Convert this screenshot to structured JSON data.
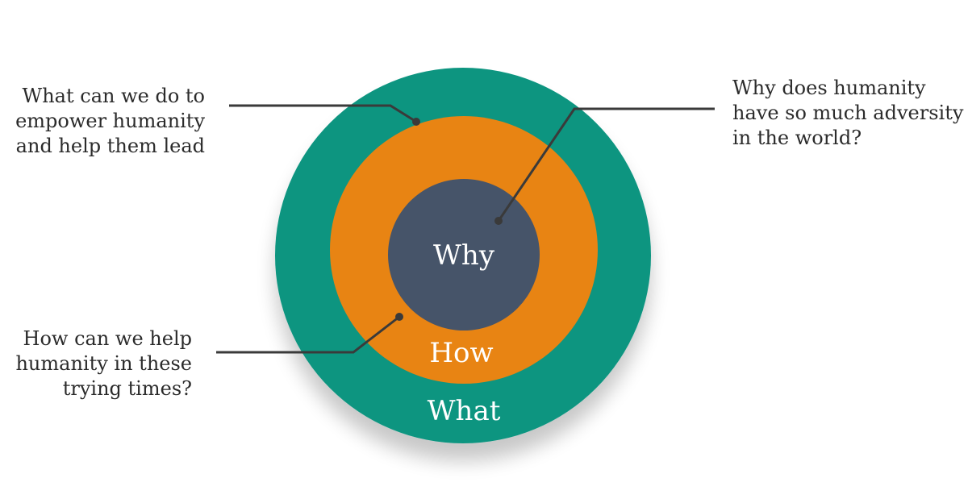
{
  "rings": {
    "outer_label": "What",
    "middle_label": "How",
    "inner_label": "Why"
  },
  "callouts": {
    "what": [
      "What can we do to",
      "empower humanity",
      "and help them lead"
    ],
    "how": [
      "How can we help",
      "humanity in these",
      "trying times?"
    ],
    "why": [
      "Why does humanity",
      "have so much adversity",
      "in the world?"
    ]
  },
  "colors": {
    "outer": "#0f9580",
    "middle": "#e88413",
    "inner": "#465469",
    "leader": "#3a3a3a",
    "text": "#2b2b2b"
  }
}
